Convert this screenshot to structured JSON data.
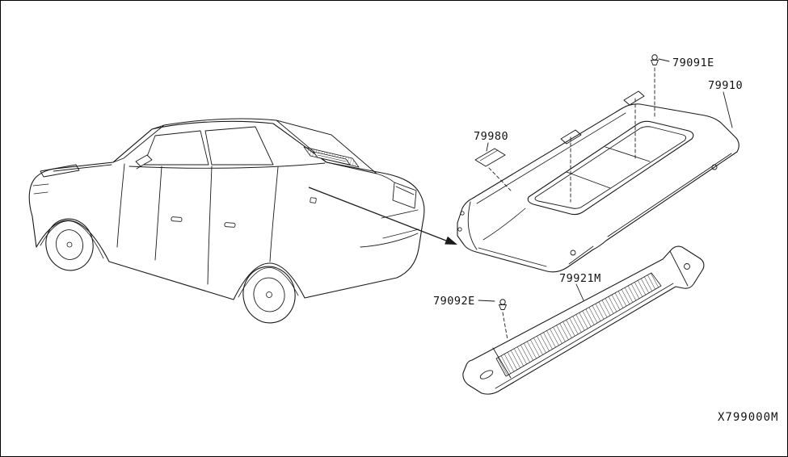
{
  "page": {
    "code": "X799000M"
  },
  "colors": {
    "ink": "#1a1a1a",
    "background": "#ffffff",
    "frame": "#000000"
  },
  "parts": {
    "clip_upper": "79091E",
    "shelf_finisher": "79910",
    "insulator": "79980",
    "clip_lower": "79092E",
    "rear_waist_trim": "79921M"
  },
  "icons": {
    "upper_fastener": "push-pin-clip-icon",
    "lower_fastener": "push-pin-clip-icon",
    "pointer": "arrow-icon"
  }
}
